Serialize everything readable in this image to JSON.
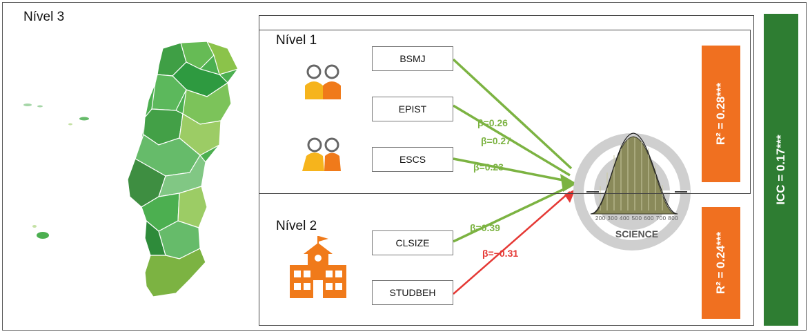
{
  "levels": {
    "nivel3": "Nível 3",
    "nivel1": "Nível 1",
    "nivel2": "Nível 2"
  },
  "variables": {
    "bsmj": "BSMJ",
    "epist": "EPIST",
    "escs": "ESCS",
    "clsize": "CLSIZE",
    "studbeh": "STUDBEH"
  },
  "paths": {
    "bsmj": "β=0.26",
    "epist": "β=0.27",
    "escs": "β=0.23",
    "clsize": "β=0.39",
    "studbeh": "β=−0.31"
  },
  "outcome": {
    "label": "SCIENCE",
    "axis_ticks": "200 300 400 500 600 700 800"
  },
  "stats": {
    "r2_level1": "R² = 0.28***",
    "r2_level2": "R² = 0.24***",
    "icc": "ICC = 0.17***"
  },
  "colors": {
    "map_green": "#4caf50",
    "positive_path": "#7cb342",
    "negative_path": "#e53935",
    "r2_box": "#f07020",
    "icc_box": "#2e7d32",
    "icon_orange": "#f07a1a",
    "icon_yellow": "#f6b41c"
  },
  "icons": [
    "students-icon",
    "teachers-icon",
    "school-building-icon"
  ]
}
